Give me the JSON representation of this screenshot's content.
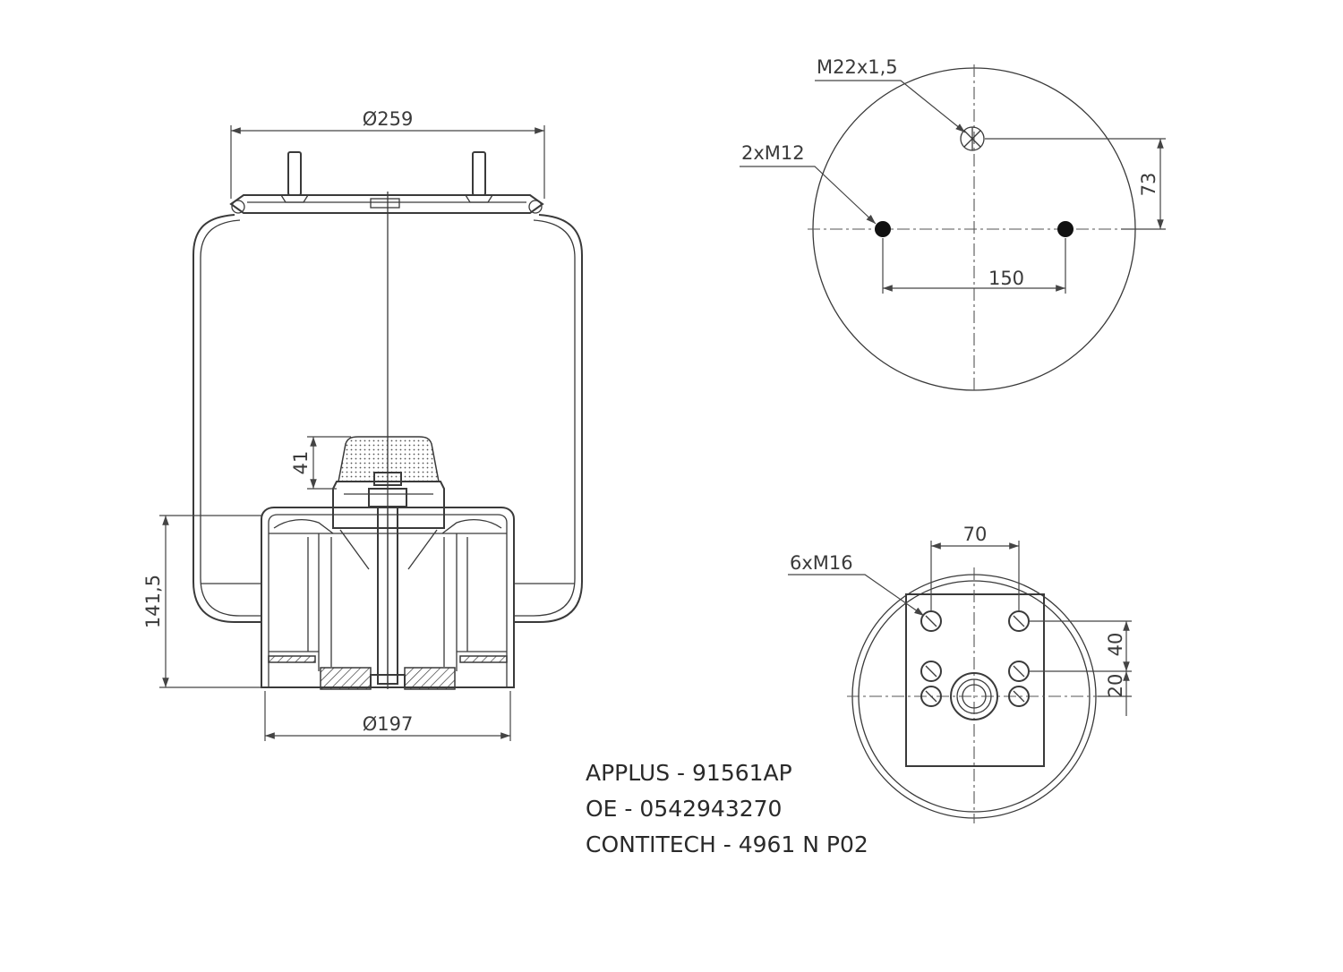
{
  "dimensions": {
    "top_diameter": "Ø259",
    "bottom_diameter": "Ø197",
    "piston_height": "141,5",
    "cap_height": "41",
    "air_port_thread": "M22x1,5",
    "top_studs": "2xM12",
    "stud_spacing": "150",
    "port_offset": "73",
    "bottom_bolts": "6xM16",
    "bolt_spacing_x": "70",
    "bolt_spacing_y1": "40",
    "bolt_spacing_y2": "20"
  },
  "references": [
    "APPLUS - 91561AP",
    "OE - 0542943270",
    "CONTITECH - 4961 N P02"
  ]
}
